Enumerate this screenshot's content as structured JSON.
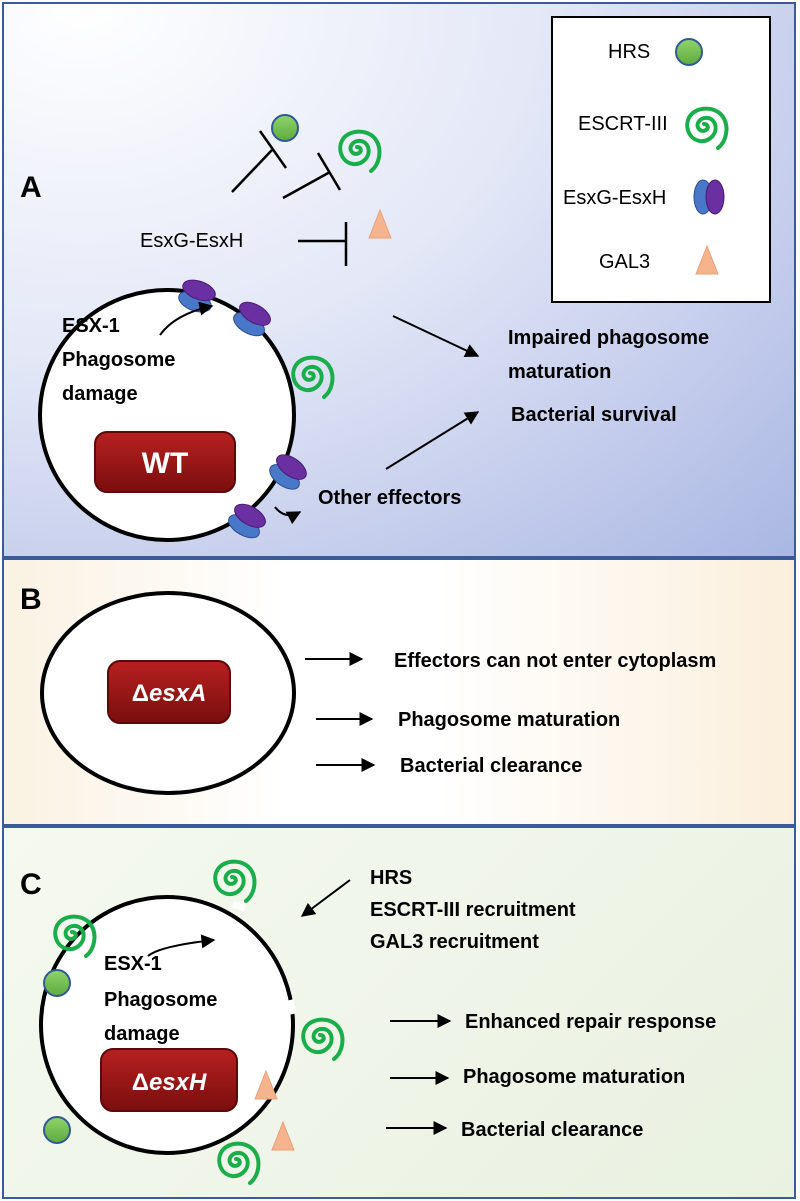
{
  "panels": {
    "a": {
      "letter": "A",
      "legend": {
        "hrs": "HRS",
        "escrt": "ESCRT-III",
        "esxgh": "EsxG-EsxH",
        "gal3": "GAL3"
      },
      "inhibitor_label": "EsxG-EsxH",
      "damage_line1": "ESX-1",
      "damage_line2": "Phagosome",
      "damage_line3": "damage",
      "bacterium": "WT",
      "other_effectors": "Other effectors",
      "outcome1_line1": "Impaired phagosome",
      "outcome1_line2": "maturation",
      "outcome2": "Bacterial survival"
    },
    "b": {
      "letter": "B",
      "bacterium_delta": "Δ",
      "bacterium_gene": "esxA",
      "outcome1": "Effectors can not enter cytoplasm",
      "outcome2": "Phagosome maturation",
      "outcome3": "Bacterial clearance"
    },
    "c": {
      "letter": "C",
      "damage_line1": "ESX-1",
      "damage_line2": "Phagosome",
      "damage_line3": "damage",
      "bacterium_delta": "Δ",
      "bacterium_gene": "esxH",
      "recruit1": "HRS",
      "recruit2": "ESCRT-III recruitment",
      "recruit3": "GAL3 recruitment",
      "outcome1": "Enhanced repair response",
      "outcome2": "Phagosome maturation",
      "outcome3": "Bacterial clearance"
    }
  },
  "colors": {
    "hrs": "#7cc35a",
    "escrt": "#1aae4a",
    "esxg": "#4a78c8",
    "esxh": "#6a2fa0",
    "gal3": "#f6b48e",
    "bacterium": "#a01818"
  }
}
